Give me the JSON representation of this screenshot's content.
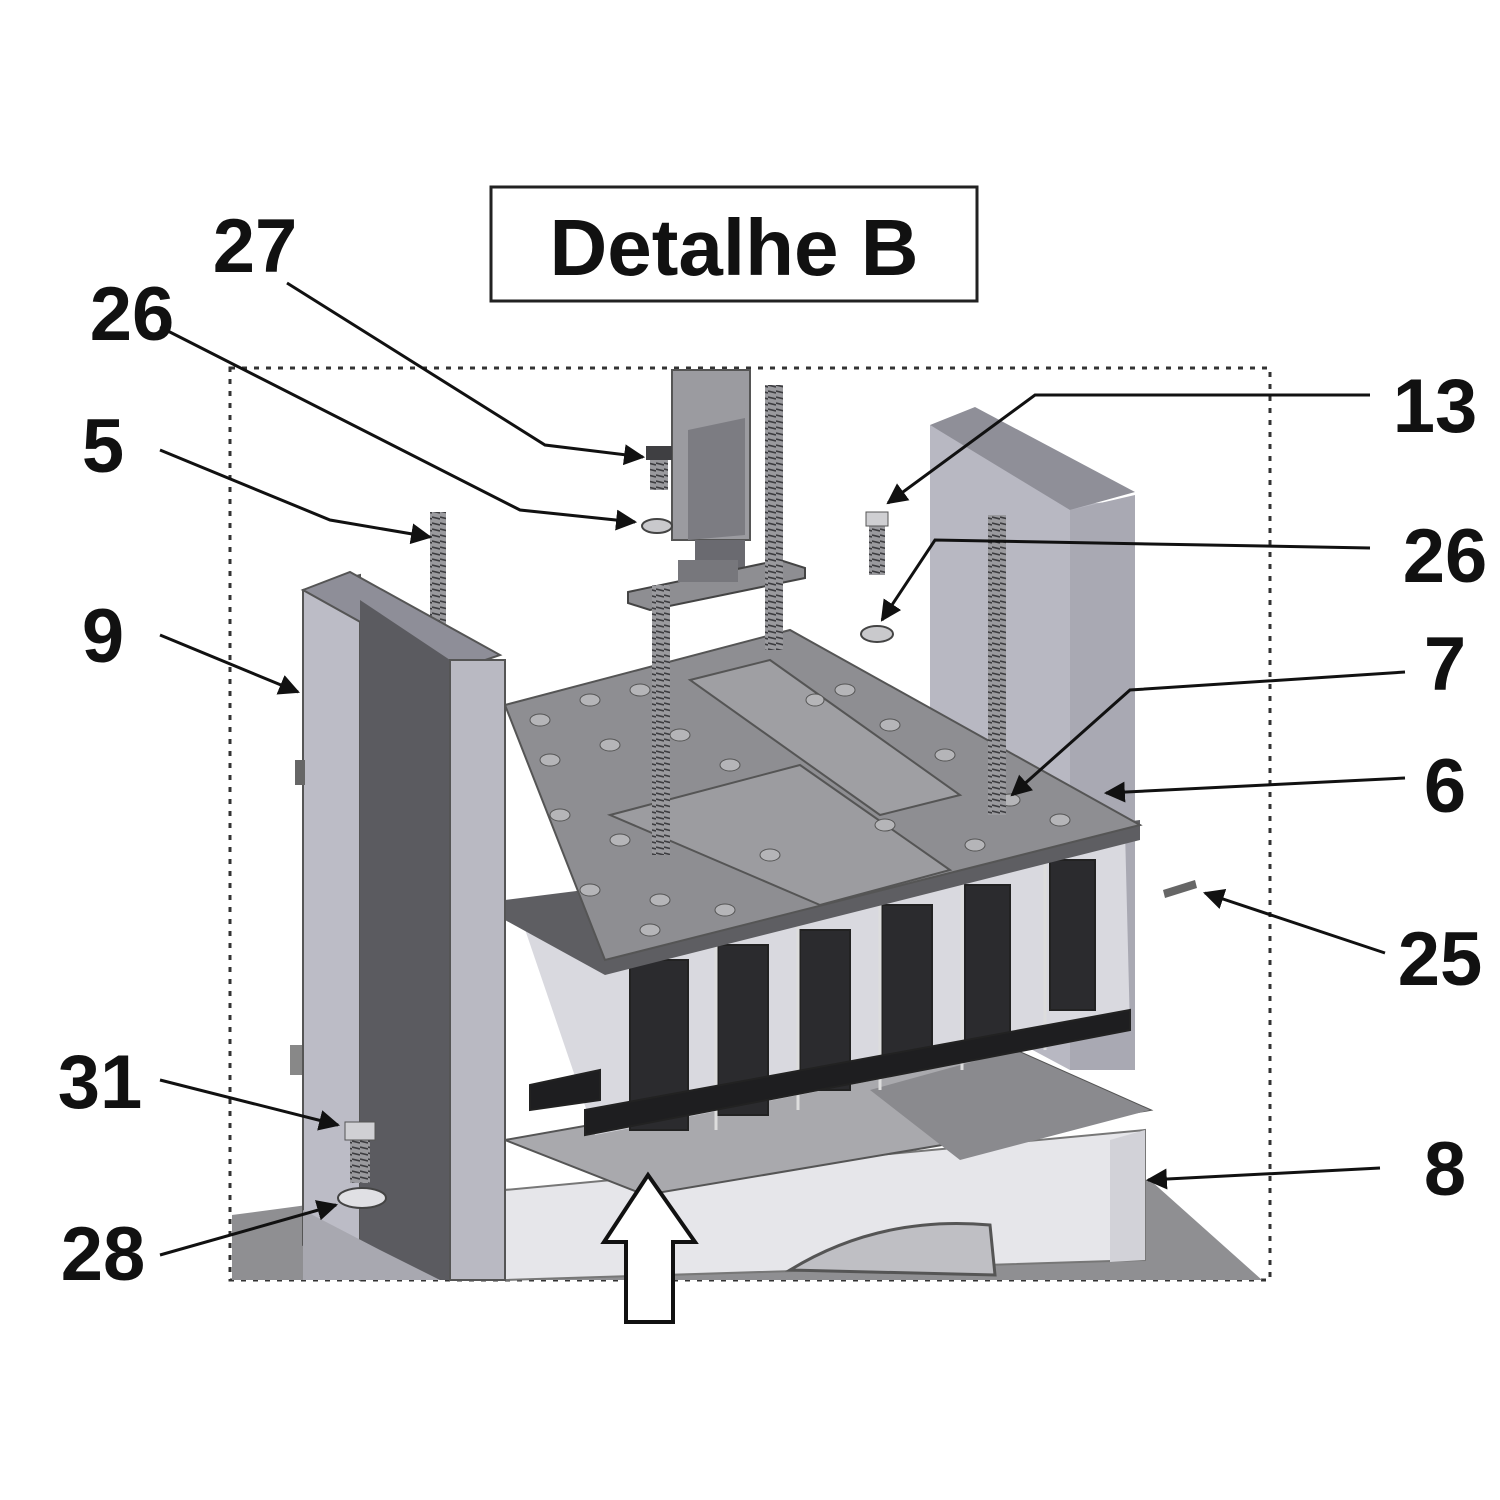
{
  "title": "Detalhe B",
  "callouts": {
    "c27": "27",
    "c26_left": "26",
    "c5": "5",
    "c9": "9",
    "c31": "31",
    "c28": "28",
    "c13": "13",
    "c26_right": "26",
    "c7": "7",
    "c6": "6",
    "c25": "25",
    "c8": "8"
  },
  "colors": {
    "line": "#111111",
    "frame_light": "#b9b9c2",
    "frame_dark": "#5a5a60",
    "plate": "#8d8d90",
    "plate_top": "#9a9a9c"
  }
}
